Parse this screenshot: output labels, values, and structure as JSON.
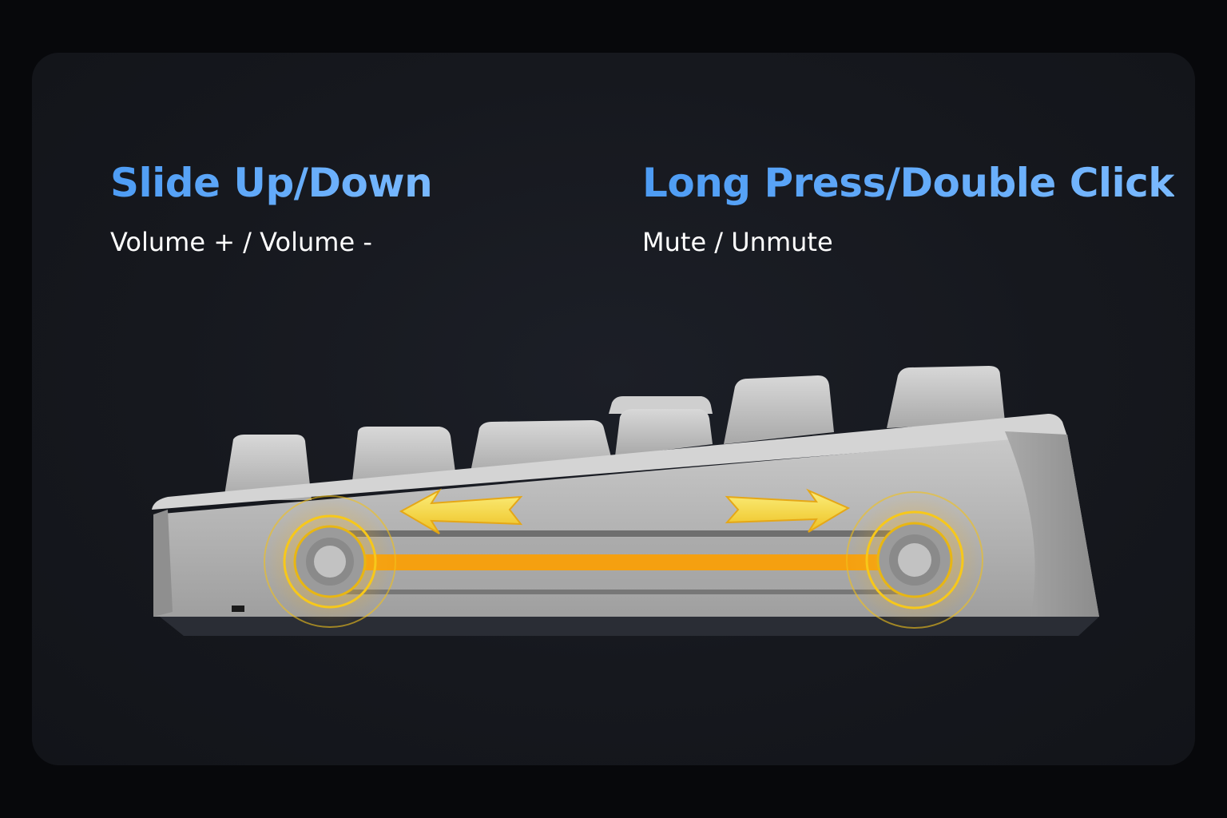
{
  "left_feature": {
    "title": "Slide Up/Down",
    "description": "Volume + / Volume -"
  },
  "right_feature": {
    "title": "Long Press/Double Click",
    "description": "Mute / Unmute"
  },
  "colors": {
    "heading_blue": "#5aa8f8",
    "highlight_orange": "#f5a010",
    "arrow_yellow": "#f7d21b",
    "keyboard_gray": "#b9b9b9"
  },
  "icons": [
    "keyboard-side-illustration",
    "left-arrow-icon",
    "right-arrow-icon",
    "volume-slider-track",
    "slider-knob-left",
    "slider-knob-right"
  ]
}
